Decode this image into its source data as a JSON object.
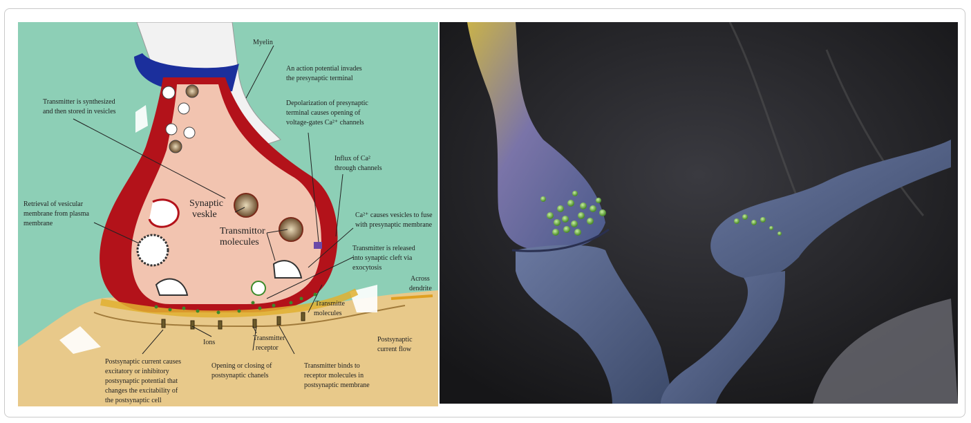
{
  "diagram": {
    "labels": {
      "myelin": "Myelin",
      "action_potential": [
        "An action potential invades",
        "the presynaptic terminal"
      ],
      "synthesized": [
        "Transmitter is synthesized",
        "and then stored in vesicles"
      ],
      "depolarization": [
        "Depolarization of presynaptic",
        "terminal causes opening of",
        "voltage-gates Ca²⁺ channels"
      ],
      "influx": [
        "Influx of Ca²",
        "through channels"
      ],
      "retrieval": [
        "Retrieval of vesicular",
        "membrane from plasma",
        "membrane"
      ],
      "synaptic_vesicle": [
        "Synaptic",
        "veskle"
      ],
      "transmitter_molecules": [
        "Transmittor",
        "molecules"
      ],
      "ca_fuse": [
        "Ca²⁺ causes vesicles to fuse",
        "with presynaptic membrane"
      ],
      "released": [
        "Transmitter is released",
        "into synaptic cleft via",
        "exocytosis"
      ],
      "across_dendrite": [
        "Across",
        "dendrite"
      ],
      "transmitter_molecules_small": [
        "Transmitte",
        "molecules"
      ],
      "ions": "Ions",
      "transmitter_receptor": [
        "Transmitter",
        "receptor"
      ],
      "postsynaptic_flow": [
        "Postsynaptic",
        "current flow"
      ],
      "postsynaptic_current": [
        "Postsynaptic current causes",
        "excitatory or inhibitory",
        "postsynaptic potential that",
        "changes the excitability of",
        "the postsynaptic cell"
      ],
      "opening_closing": [
        "Opening or closing of",
        "postsynaptic chanels"
      ],
      "binds": [
        "Transmitter binds to",
        "receptor molecules in",
        "postsynaptic membrane"
      ]
    }
  },
  "colors": {
    "background_left": "#8dcfb6",
    "postsynaptic": "#e8c98a",
    "presynaptic_fill": "#f2c4b0",
    "axon_red": "#b3121a",
    "myelin_blue": "#1b2f9c",
    "render_bg": "#2b2a2e"
  }
}
